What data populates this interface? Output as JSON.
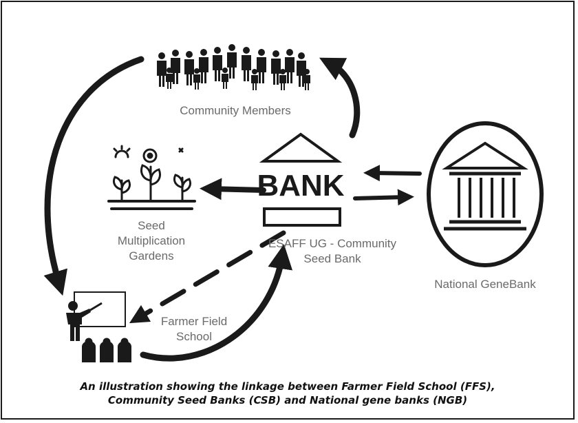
{
  "nodes": {
    "community": {
      "label": "Community Members",
      "icon": "crowd-icon"
    },
    "gardens": {
      "label_lines": [
        "Seed",
        "Multiplication",
        "Gardens"
      ],
      "icon": "plants-icon"
    },
    "bank": {
      "sign": "BANK",
      "label_lines": [
        "ESAFF UG - Community",
        "Seed Bank"
      ],
      "icon": "bank-building-icon"
    },
    "genebank": {
      "label": "National GeneBank",
      "icon": "classical-building-icon"
    },
    "ffs": {
      "label_lines": [
        "Farmer Field",
        "School"
      ],
      "icon": "teacher-classroom-icon"
    }
  },
  "caption": {
    "line1": "An illustration showing the linkage between Farmer Field School (FFS),",
    "line2": "Community Seed Banks (CSB) and National gene banks (NGB)"
  },
  "colors": {
    "ink": "#1a1a1a",
    "label": "#6a6a6a"
  }
}
